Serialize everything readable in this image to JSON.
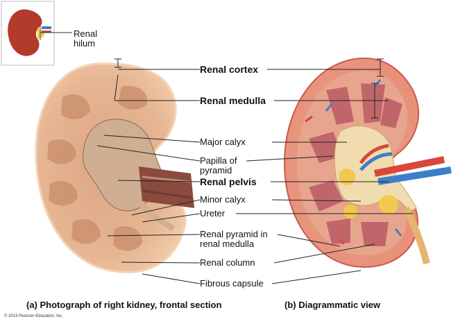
{
  "inset_label": "Renal hilum",
  "labels": {
    "renal_cortex": "Renal cortex",
    "renal_medulla": "Renal medulla",
    "major_calyx": "Major calyx",
    "papilla_of_pyramid": "Papilla of pyramid",
    "renal_pelvis": "Renal pelvis",
    "minor_calyx": "Minor calyx",
    "ureter": "Ureter",
    "renal_pyramid": "Renal pyramid in renal medulla",
    "renal_column": "Renal column",
    "fibrous_capsule": "Fibrous capsule"
  },
  "captions": {
    "a": "(a) Photograph of right kidney, frontal section",
    "b": "(b) Diagrammatic view"
  },
  "copyright": "© 2013 Pearson Education, Inc.",
  "colors": {
    "tissue": "#e8b692",
    "cortex_diagram": "#e89a86",
    "pyramid": "#c0666a",
    "pelvis": "#f0dcae",
    "fat": "#f2c94c",
    "vein": "#3d7ec9",
    "artery": "#d8463c"
  }
}
